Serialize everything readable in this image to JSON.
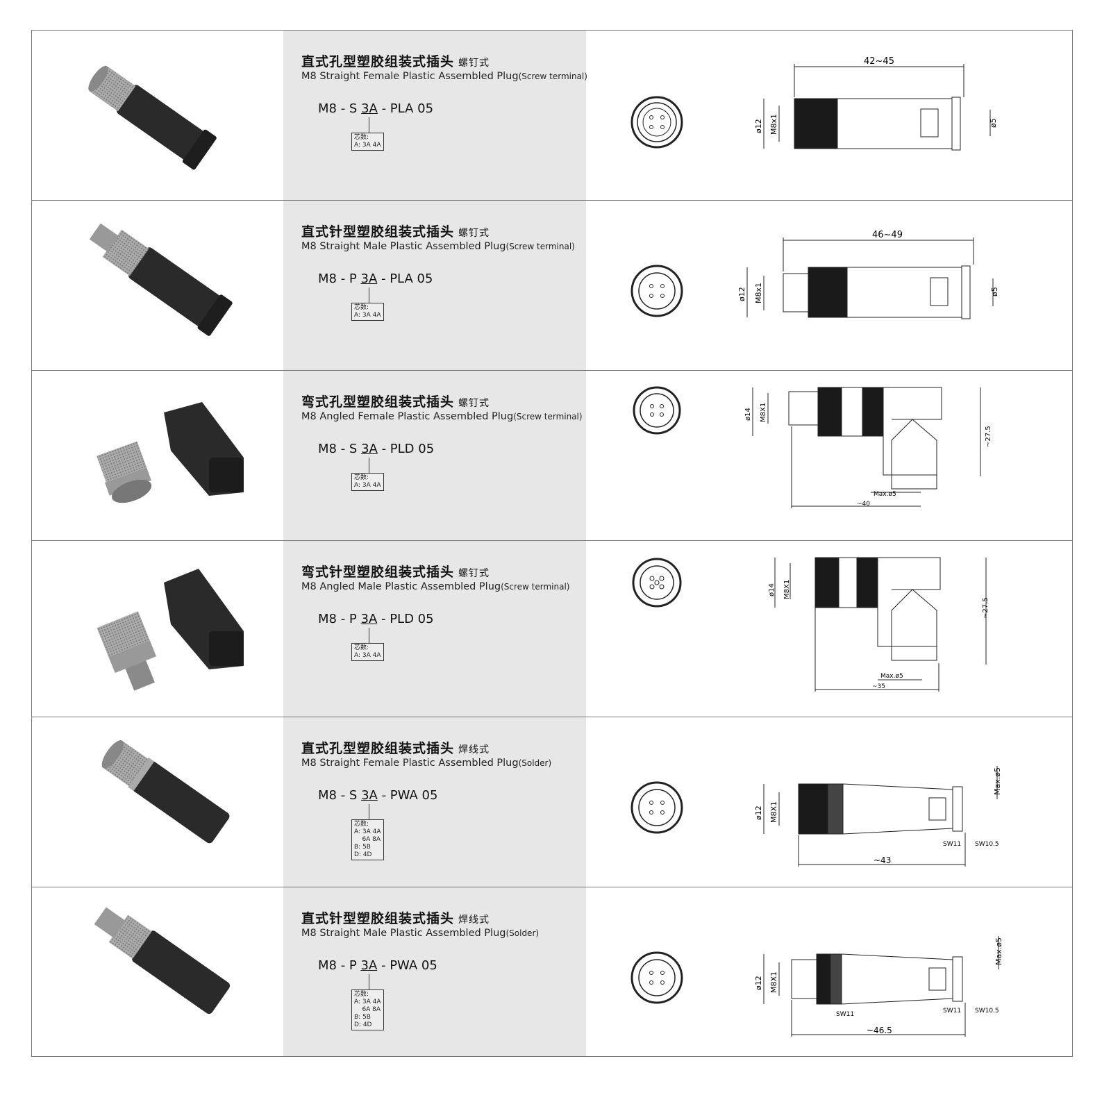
{
  "products": [
    {
      "title_zh": "直式孔型塑胶组装式插头",
      "type_zh": "螺钉式",
      "title_en": "M8 Straight Female Plastic Assembled Plug",
      "term_en": "(Screw terminal)",
      "code_prefix": "M8 - S ",
      "code_pin": "3A",
      "code_suffix": " - PLA 05",
      "pin_label": "芯数:",
      "pin_lines": "A: 3A 4A",
      "dims": [
        "42~45",
        "ø12",
        "M8x1",
        "ø5"
      ]
    },
    {
      "title_zh": "直式针型塑胶组装式插头",
      "type_zh": "螺钉式",
      "title_en": "M8 Straight Male Plastic Assembled Plug",
      "term_en": "(Screw terminal)",
      "code_prefix": "M8 - P ",
      "code_pin": "3A",
      "code_suffix": " - PLA 05",
      "pin_label": "芯数:",
      "pin_lines": "A: 3A 4A",
      "dims": [
        "46~49",
        "ø12",
        "M8x1",
        "ø5"
      ]
    },
    {
      "title_zh": "弯式孔型塑胶组装式插头",
      "type_zh": "螺钉式",
      "title_en": "M8 Angled Female Plastic Assembled Plug",
      "term_en": "(Screw terminal)",
      "code_prefix": "M8 - S ",
      "code_pin": "3A",
      "code_suffix": " - PLD 05",
      "pin_label": "芯数:",
      "pin_lines": "A: 3A 4A",
      "dims": [
        "ø14",
        "M8X1",
        "~27.5",
        "Max.ø5",
        "~40"
      ]
    },
    {
      "title_zh": "弯式针型塑胶组装式插头",
      "type_zh": "螺钉式",
      "title_en": "M8 Angled Male Plastic Assembled Plug",
      "term_en": "(Screw terminal)",
      "code_prefix": "M8 - P ",
      "code_pin": "3A",
      "code_suffix": " - PLD 05",
      "pin_label": "芯数:",
      "pin_lines": "A: 3A 4A",
      "dims": [
        "ø14",
        "M8X1",
        "~27.5",
        "Max.ø5",
        "~35"
      ]
    },
    {
      "title_zh": "直式孔型塑胶组装式插头",
      "type_zh": "焊线式",
      "title_en": "M8 Straight Female Plastic Assembled Plug",
      "term_en": "(Solder)",
      "code_prefix": "M8 - S ",
      "code_pin": "3A",
      "code_suffix": " - PWA 05",
      "pin_label": "芯数:",
      "pin_lines": "A: 3A 4A\n    6A 8A\nB: 5B\nD: 4D",
      "dims": [
        "ø12",
        "M8X1",
        "Max.ø5",
        "SW11",
        "SW10.5",
        "~43"
      ]
    },
    {
      "title_zh": "直式针型塑胶组装式插头",
      "type_zh": "焊线式",
      "title_en": "M8 Straight Male Plastic Assembled Plug",
      "term_en": "(Solder)",
      "code_prefix": "M8 - P ",
      "code_pin": "3A",
      "code_suffix": " - PWA 05",
      "pin_label": "芯数:",
      "pin_lines": "A: 3A 4A\n    6A 8A\nB: 5B\nD: 4D",
      "dims": [
        "ø12",
        "M8X1",
        "Max.ø5",
        "SW11",
        "SW11",
        "SW10.5",
        "~46.5"
      ]
    }
  ]
}
